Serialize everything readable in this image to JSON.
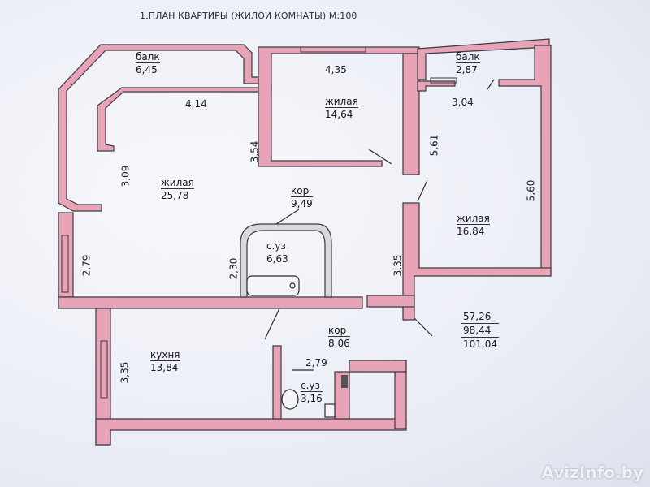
{
  "title": "1.ПЛАН КВАРТИРЫ (ЖИЛОЙ КОМНАТЫ) М:100",
  "rooms": [
    {
      "key": "balcony_left",
      "name": "балк",
      "area": "6,45"
    },
    {
      "key": "living_large",
      "name": "жилая",
      "area": "25,78"
    },
    {
      "key": "living_top",
      "name": "жилая",
      "area": "14,64"
    },
    {
      "key": "balcony_right",
      "name": "балк",
      "area": "2,87"
    },
    {
      "key": "corridor_top",
      "name": "кор",
      "area": "9,49"
    },
    {
      "key": "bathroom",
      "name": "с.уз",
      "area": "6,63"
    },
    {
      "key": "living_right",
      "name": "жилая",
      "area": "16,84"
    },
    {
      "key": "kitchen",
      "name": "кухня",
      "area": "13,84"
    },
    {
      "key": "corridor_bottom",
      "name": "кор",
      "area": "8,06"
    },
    {
      "key": "wc",
      "name": "с.уз",
      "area": "3,16"
    }
  ],
  "dimensions": {
    "d_414": "4,14",
    "d_435": "4,35",
    "d_304": "3,04",
    "d_354": "3,54",
    "d_309": "3,09",
    "d_561": "5,61",
    "d_560": "5,60",
    "d_279a": "2,79",
    "d_230": "2,30",
    "d_335a": "3,35",
    "d_335b": "3,35",
    "d_279b": "2,79"
  },
  "totals": [
    "57,26",
    "98,44",
    "101,04"
  ],
  "watermark": "AvizInfo.by",
  "colors": {
    "wall": "#e8a4b6",
    "wall_stroke": "#3a3a42",
    "paper": "#eef0f6"
  }
}
